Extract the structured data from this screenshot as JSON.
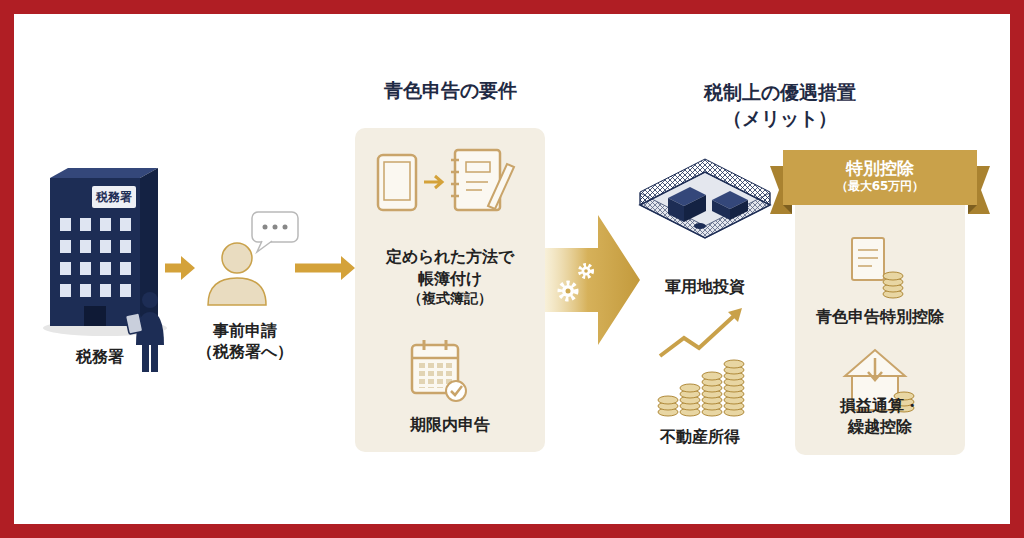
{
  "diagram": {
    "nodes": [
      {
        "text": [
          "税務署"
        ]
      },
      {
        "text": [
          "事前申請 （税務署へ）"
        ]
      },
      {
        "text": [
          "青色申告の要件"
        ]
      },
      {
        "text": [
          "定められた方法で 帳簿付け",
          "（複式簿記）"
        ],
        "in": 2
      },
      {
        "text": [
          "期限内申告"
        ],
        "in": 2
      },
      {
        "text": [
          "軍用地投資"
        ]
      },
      {
        "text": [
          "不動産所得"
        ]
      },
      {
        "text": [
          "特別控除",
          "（最大65万円）"
        ]
      },
      {
        "text": [
          "青色申告特別控除"
        ],
        "in": 7
      },
      {
        "text": [
          "損益通算・繰越控除"
        ],
        "in": 7
      }
    ],
    "edges": [
      {
        "from": 0,
        "to": 1,
        "arrow": "to"
      },
      {
        "from": 1,
        "to": 2,
        "arrow": "to"
      },
      {
        "from": 2,
        "to": 5,
        "arrow": "to"
      }
    ],
    "labels": [
      "税務署",
      "税制上の優遇措置 （メリット）"
    ]
  }
}
